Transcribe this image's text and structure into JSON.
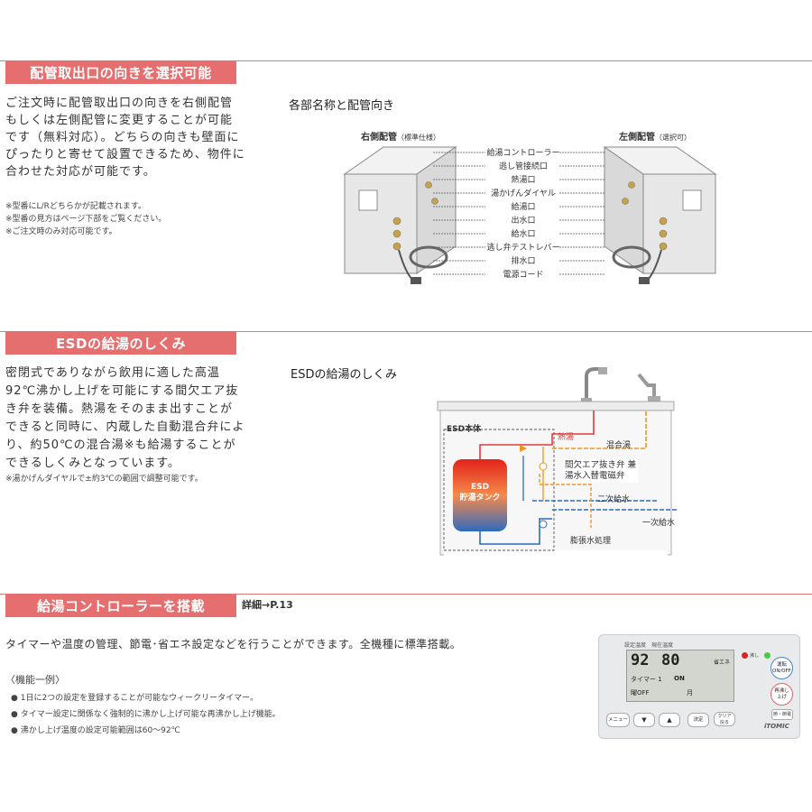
{
  "sections": {
    "piping": {
      "title": "配管取出口の向きを選択可能",
      "text": [
        "ご注文時に配管取出口の向きを右側配管",
        "もしくは左側配管に変更することが可能",
        "です（無料対応）。どちらの向きも壁面に",
        "ぴったりと寄せて設置できるため、物件に",
        "合わせた対応が可能です。"
      ],
      "notes": [
        "※型番にL/Rどちらかが記載されます。",
        "※型番の見方はページ下部をご覧ください。",
        "※ご注文時のみ対応可能です。"
      ],
      "diagram_title": "各部名称と配管向き",
      "right_label": "右側配管",
      "right_sub": "（標準仕様）",
      "left_label": "左側配管",
      "left_sub": "（選択可）",
      "parts": [
        "給湯コントローラー",
        "逃し管接続口",
        "熱湯口",
        "湯かげんダイヤル",
        "給湯口",
        "出水口",
        "給水口",
        "逃し弁テストレバー",
        "排水口",
        "電源コード"
      ]
    },
    "esd": {
      "title": "ESDの給湯のしくみ",
      "text": [
        "密閉式でありながら飲用に適した高温",
        "92℃沸かし上げを可能にする間欠エア抜",
        "き弁を装備。熱湯をそのまま出すことが",
        "できると同時に、内蔵した自動混合弁によ",
        "り、約50℃の混合湯※も給湯することが",
        "できるしくみとなっています。"
      ],
      "note": "※湯かげんダイヤルで±約3℃の範囲で調整可能です。",
      "diagram_title": "ESDの給湯のしくみ",
      "body_label": "ESD本体",
      "tank_line1": "ESD",
      "tank_line2": "貯湯タンク",
      "hot_water": "熱湯",
      "mixed_water": "混合湯",
      "valve_line1": "間欠エア抜き弁 兼",
      "valve_line2": "湯水入替電磁弁",
      "secondary_supply": "二次給水",
      "primary_supply": "一次給水",
      "expansion": "膨張水処理"
    },
    "controller": {
      "title": "給湯コントローラーを搭載",
      "detail": "詳細→P.13",
      "text": "タイマーや温度の管理、節電･省エネ設定などを行うことができます。全機種に標準搭載。",
      "features_heading": "〈機能一例〉",
      "features": [
        "1日に2つの設定を登録することが可能なウィークリータイマー。",
        "タイマー設定に関係なく強制的に沸かし上げ可能な再沸かし上げ機能。",
        "沸かし上げ温度の設定可能範囲は60～92℃"
      ],
      "panel": {
        "label_set_temp": "設定温度",
        "label_current_temp": "現在温度",
        "set_temp": "92",
        "current_temp": "80",
        "mode": "省エネ",
        "timer_label": "タイマー 1",
        "timer_state": "ON",
        "day_label": "曜OFF",
        "month_label": "月",
        "indicator_hot": "沸し",
        "btn_run_1": "運転",
        "btn_run_2": "ON/OFF",
        "btn_reboil_1": "再沸し",
        "btn_reboil_2": "上げ",
        "btn_eco": "節・節電",
        "btn_menu": "メニュー",
        "btn_down": "▼",
        "btn_up": "▲",
        "btn_ok": "決定",
        "btn_clear_1": "クリア",
        "btn_clear_2": "戻る",
        "brand": "iTOMIC"
      }
    }
  },
  "colors": {
    "accent": "#e56e6e",
    "hot": "#e23b3b",
    "mixed": "#f0961e",
    "cold": "#2f6bbf"
  }
}
